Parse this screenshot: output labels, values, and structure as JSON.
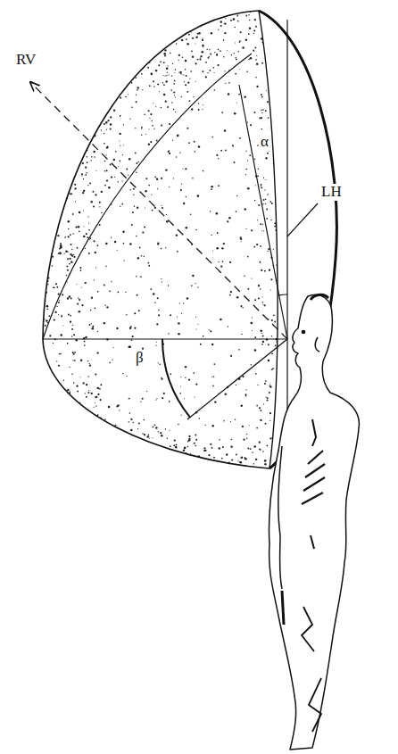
{
  "diagram": {
    "labels": [
      "RV",
      "LH",
      "α",
      "β"
    ]
  }
}
